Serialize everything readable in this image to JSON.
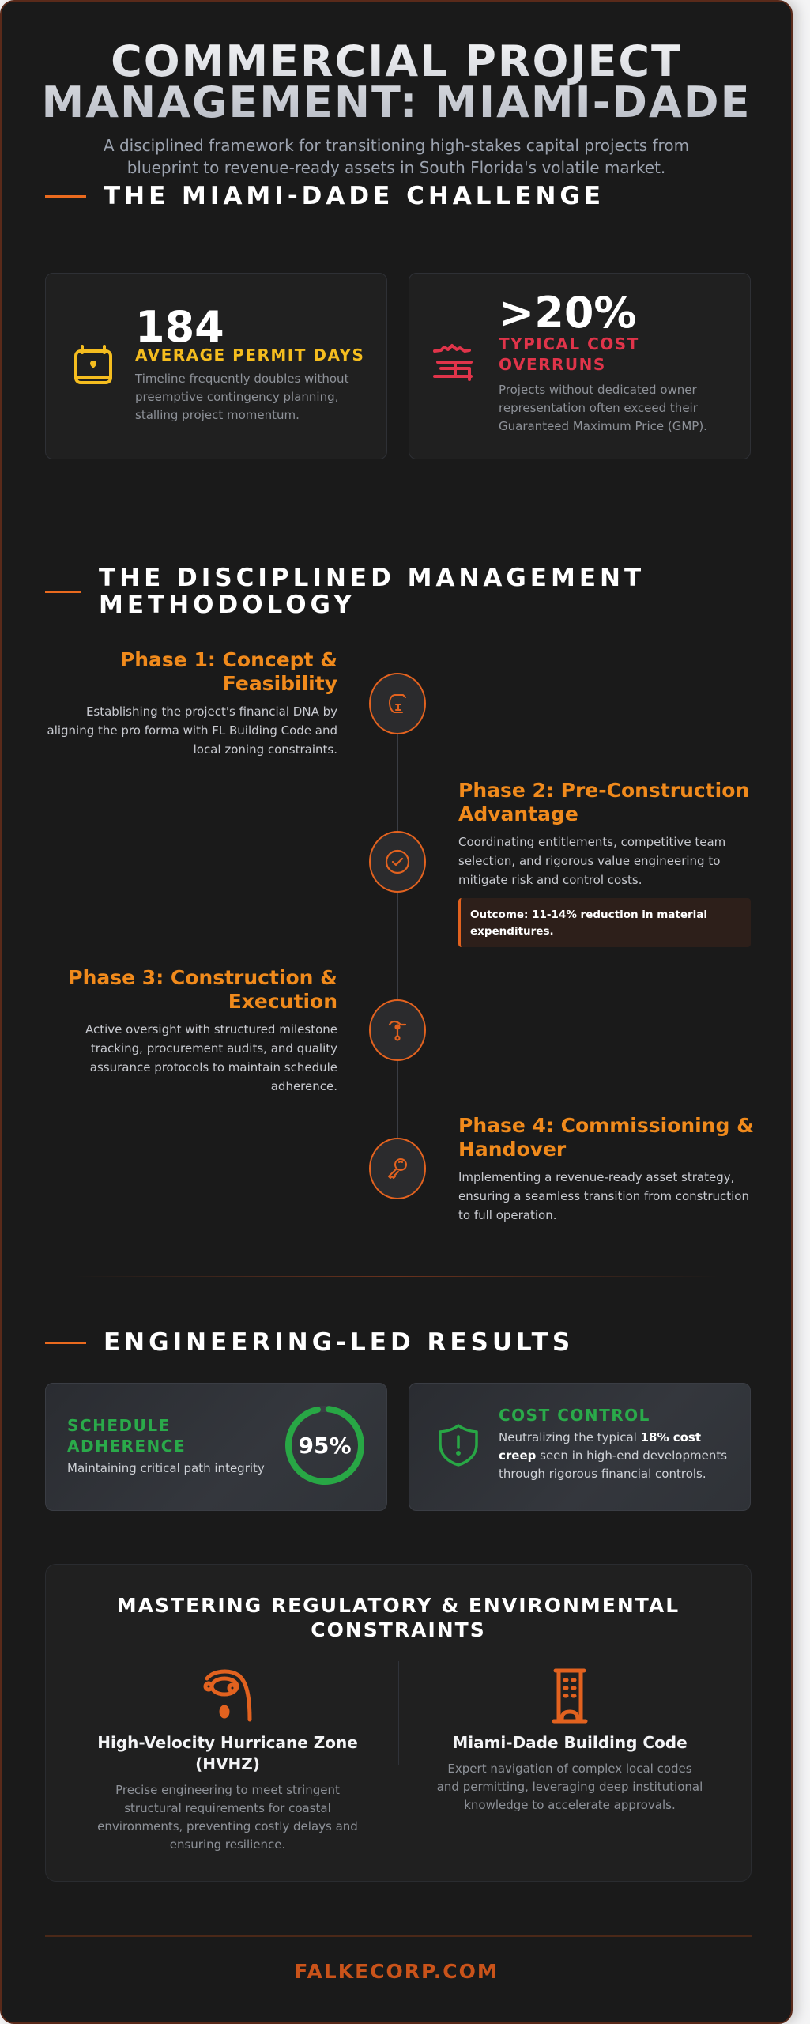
{
  "header": {
    "title_line1": "COMMERCIAL PROJECT",
    "title_line2": "MANAGEMENT: MIAMI-DADE",
    "subtitle": "A disciplined framework for transitioning high-stakes capital projects from blueprint to revenue-ready assets in South Florida's volatile market."
  },
  "challenge": {
    "heading": "THE MIAMI-DADE CHALLENGE",
    "cards": [
      {
        "icon": "calendar-icon",
        "value": "184",
        "label": "AVERAGE PERMIT DAYS",
        "description": "Timeline frequently doubles without preemptive contingency planning, stalling project momentum.",
        "color": "#f5bd1f"
      },
      {
        "icon": "cost-overrun-icon",
        "value": ">20%",
        "label": "TYPICAL COST OVERRUNS",
        "description": "Projects without dedicated owner representation often exceed their Guaranteed Maximum Price (GMP).",
        "color": "#e0344a"
      }
    ]
  },
  "methodology": {
    "heading_line1": "THE DISCIPLINED MANAGEMENT",
    "heading_line2": "METHODOLOGY",
    "phases": [
      {
        "icon": "blueprint-icon",
        "title": "Phase 1: Concept & Feasibility",
        "description": "Establishing the project's financial DNA by aligning the pro forma with FL Building Code and local zoning constraints."
      },
      {
        "icon": "check-circle-icon",
        "title": "Phase 2: Pre-Construction Advantage",
        "description": "Coordinating entitlements, competitive team selection, and rigorous value engineering to mitigate risk and control costs.",
        "outcome": "Outcome: 11-14% reduction in material expenditures."
      },
      {
        "icon": "crane-icon",
        "title": "Phase 3: Construction & Execution",
        "description": "Active oversight with structured milestone tracking, procurement audits, and quality assurance protocols to maintain schedule adherence."
      },
      {
        "icon": "key-icon",
        "title": "Phase 4: Commissioning & Handover",
        "description": "Implementing a revenue-ready asset strategy, ensuring a seamless transition from construction to full operation."
      }
    ]
  },
  "results": {
    "heading": "ENGINEERING-LED RESULTS",
    "schedule": {
      "title_line1": "SCHEDULE",
      "title_line2": "ADHERENCE",
      "description": "Maintaining critical path integrity",
      "percent": "95%",
      "percent_value": 95,
      "color": "#28a745"
    },
    "cost": {
      "icon": "shield-alert-icon",
      "title": "COST CONTROL",
      "description_pre": "Neutralizing the typical ",
      "description_bold": "18% cost creep",
      "description_post": " seen in high-end developments through rigorous financial controls."
    }
  },
  "regulatory": {
    "title": "MASTERING REGULATORY & ENVIRONMENTAL CONSTRAINTS",
    "items": [
      {
        "icon": "hurricane-icon",
        "title": "High-Velocity Hurricane Zone (HVHZ)",
        "description": "Precise engineering to meet stringent structural requirements for coastal environments, preventing costly delays and ensuring resilience."
      },
      {
        "icon": "building-icon",
        "title": "Miami-Dade Building Code",
        "description": "Expert navigation of complex local codes and permitting, leveraging deep institutional knowledge to accelerate approvals."
      }
    ]
  },
  "footer": {
    "site": "FALKECORP.COM"
  },
  "colors": {
    "accent": "#ea6a1e",
    "phase_title": "#f08a1c",
    "background": "#1a1a1a",
    "success": "#28a745"
  }
}
